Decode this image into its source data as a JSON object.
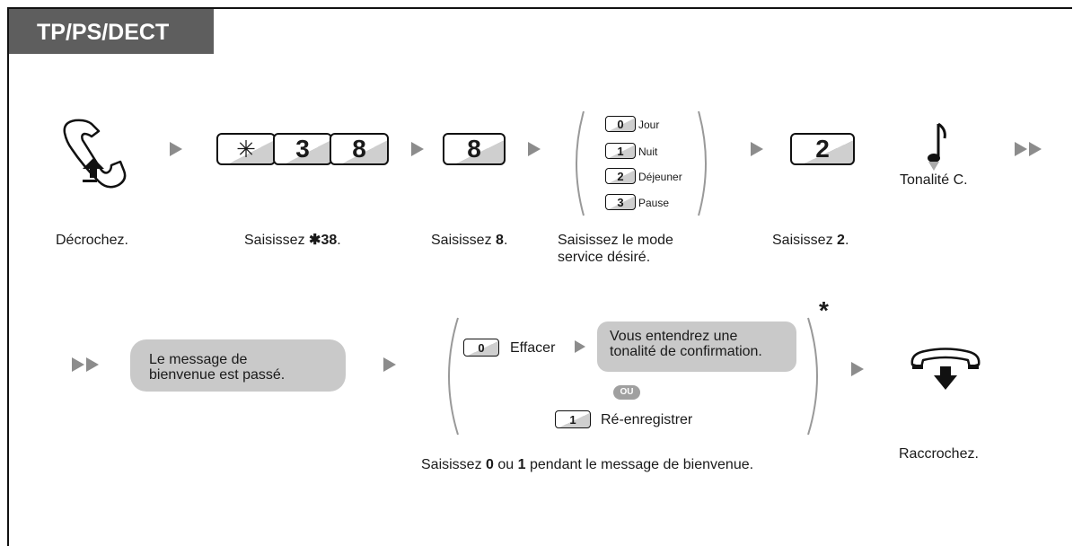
{
  "header": {
    "title": "TP/PS/DECT"
  },
  "row1": {
    "offhook_caption": "Décrochez.",
    "feature_keys": [
      "3",
      "8"
    ],
    "feature_caption_prefix": "Saisissez ",
    "feature_caption_bold": "38",
    "feature_caption_suffix": ".",
    "key8": "8",
    "key8_caption_prefix": "Saisissez ",
    "key8_caption_bold": "8",
    "key8_caption_suffix": ".",
    "modes": [
      {
        "key": "0",
        "label": "Jour"
      },
      {
        "key": "1",
        "label": "Nuit"
      },
      {
        "key": "2",
        "label": "Déjeuner"
      },
      {
        "key": "3",
        "label": "Pause"
      }
    ],
    "mode_caption_line1": "Saisissez le mode",
    "mode_caption_line2": "service désiré.",
    "key2": "2",
    "key2_caption_prefix": "Saisissez ",
    "key2_caption_bold": "2",
    "key2_caption_suffix": ".",
    "tone_caption": "Tonalité C."
  },
  "row2": {
    "greeting_line1": "Le message de",
    "greeting_line2": "bienvenue est passé.",
    "option_erase_key": "0",
    "option_erase_label": "Effacer",
    "confirm_line1": "Vous entendrez une",
    "confirm_line2": "tonalité de confirmation.",
    "or_label": "OU",
    "option_rerecord_key": "1",
    "option_rerecord_label": "Ré-enregistrer",
    "asterisk": "*",
    "options_caption_a": "Saisissez ",
    "options_caption_b": "0",
    "options_caption_c": " ou ",
    "options_caption_d": "1",
    "options_caption_e": " pendant le message de bienvenue.",
    "onhook_caption": "Raccrochez."
  },
  "icons": {
    "offhook": "handset-lift-icon",
    "onhook": "handset-hangup-icon",
    "tone": "music-note-icon",
    "star": "star-key-icon"
  },
  "colors": {
    "tab_bg": "#5e5e5e",
    "bubble_bg": "#c9c9c9",
    "arrow": "#8c8c8c"
  }
}
